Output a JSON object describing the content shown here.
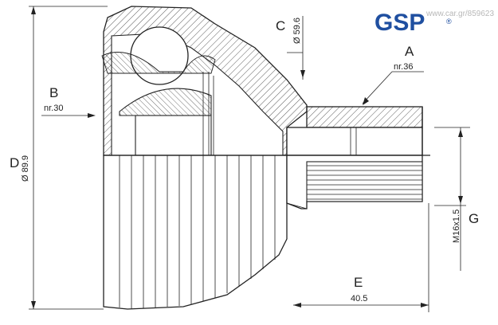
{
  "brand": {
    "logo_text": "GSP",
    "registered": "®",
    "color": "#1f4fa0"
  },
  "watermark": "www.car.gr/859623",
  "labels": {
    "A": {
      "letter": "A",
      "sub": "nr.36"
    },
    "B": {
      "letter": "B",
      "sub": "nr.30"
    },
    "C": {
      "letter": "C",
      "sub": "Ø 59.6"
    },
    "D": {
      "letter": "D",
      "sub": "Ø 89.9"
    },
    "E": {
      "letter": "E",
      "sub": "40.5"
    },
    "G": {
      "letter": "G",
      "sub": "M16x1.5"
    }
  }
}
